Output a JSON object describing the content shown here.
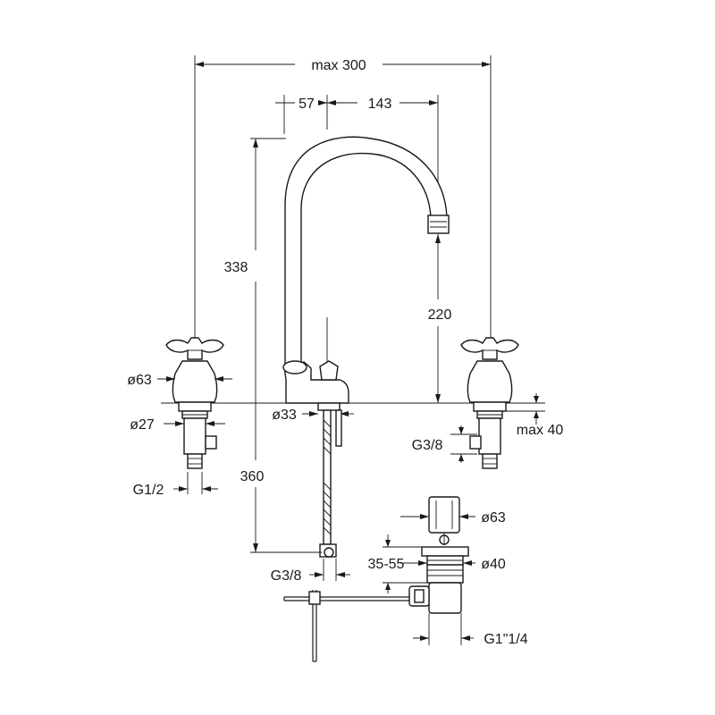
{
  "dimensions": {
    "overall_width": "max 300",
    "spout_offset": "57",
    "spout_reach": "143",
    "spout_height": "338",
    "outlet_height": "220",
    "handle_diameter": "ø63",
    "body_diameter": "ø27",
    "mount_diameter": "ø33",
    "deck_thickness": "max 40",
    "left_connection": "G1/2",
    "right_connection": "G3/8",
    "hose_length": "360",
    "hose_connection": "G3/8",
    "waste_knob_diameter": "ø63",
    "waste_body_diameter": "ø40",
    "waste_adjust_range": "35-55",
    "waste_thread": "G1\"1/4"
  }
}
